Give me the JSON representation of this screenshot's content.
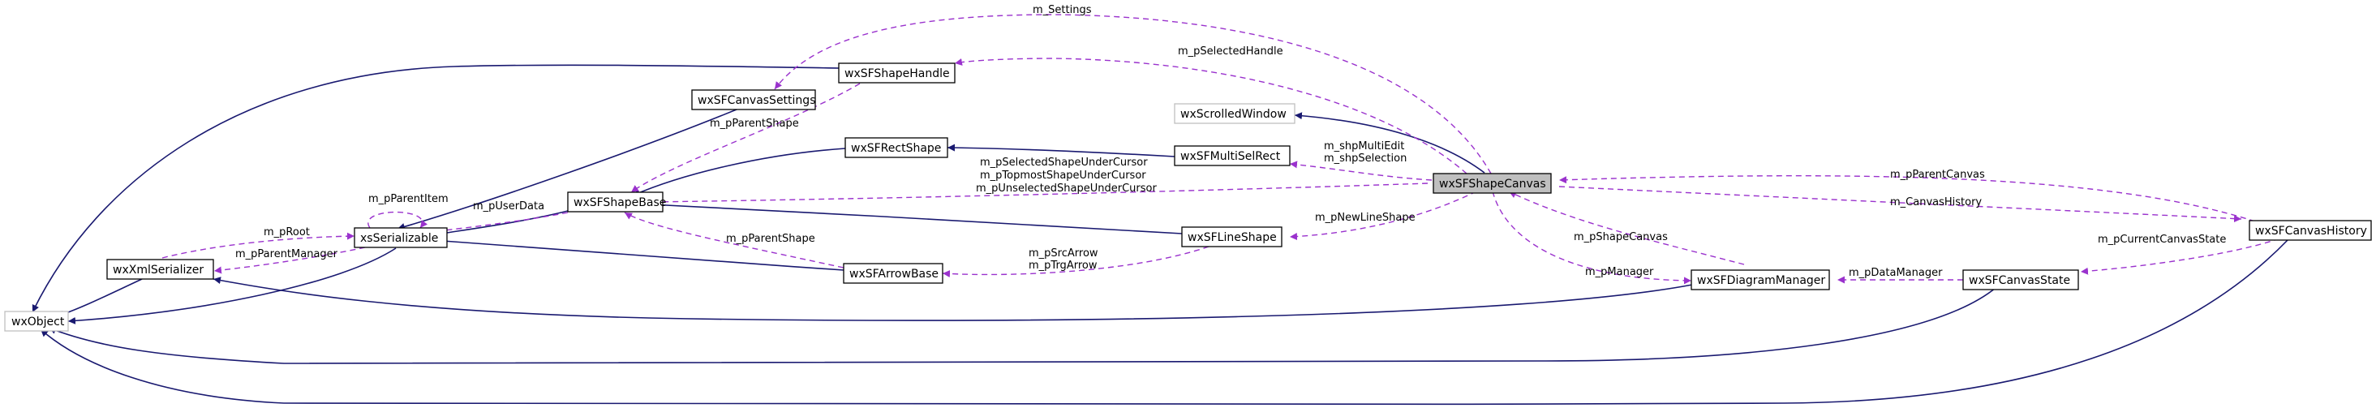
{
  "nodes": {
    "wxObject": "wxObject",
    "wxXmlSerializer": "wxXmlSerializer",
    "xsSerializable": "xsSerializable",
    "wxSFShapeBase": "wxSFShapeBase",
    "wxSFCanvasSettings": "wxSFCanvasSettings",
    "wxSFShapeHandle": "wxSFShapeHandle",
    "wxSFRectShape": "wxSFRectShape",
    "wxSFArrowBase": "wxSFArrowBase",
    "wxScrolledWindow": "wxScrolledWindow",
    "wxSFMultiSelRect": "wxSFMultiSelRect",
    "wxSFLineShape": "wxSFLineShape",
    "wxSFShapeCanvas": "wxSFShapeCanvas",
    "wxSFDiagramManager": "wxSFDiagramManager",
    "wxSFCanvasState": "wxSFCanvasState",
    "wxSFCanvasHistory": "wxSFCanvasHistory"
  },
  "edge_labels": {
    "m_Settings": "m_Settings",
    "m_pSelectedHandle": "m_pSelectedHandle",
    "m_pParentShape_handle": "m_pParentShape",
    "m_pParentItem": "m_pParentItem",
    "m_pUserData": "m_pUserData",
    "m_pRoot": "m_pRoot",
    "m_pParentManager": "m_pParentManager",
    "shape_cursor_1": "m_pSelectedShapeUnderCursor",
    "shape_cursor_2": "m_pTopmostShapeUnderCursor",
    "shape_cursor_3": "m_pUnselectedShapeUnderCursor",
    "m_shpMultiEdit": "m_shpMultiEdit",
    "m_shpSelection": "m_shpSelection",
    "m_pParentShape_arrow": "m_pParentShape",
    "m_pSrcArrow": "m_pSrcArrow",
    "m_pTrgArrow": "m_pTrgArrow",
    "m_pNewLineShape": "m_pNewLineShape",
    "m_pShapeCanvas": "m_pShapeCanvas",
    "m_pManager": "m_pManager",
    "m_pDataManager": "m_pDataManager",
    "m_pParentCanvas": "m_pParentCanvas",
    "m_CanvasHistory": "m_CanvasHistory",
    "m_pCurrentCanvasState": "m_pCurrentCanvasState"
  },
  "colors": {
    "inheritance_edge": "#191970",
    "usage_edge": "#9a32cd",
    "focus_fill": "#bfbfbf",
    "external_border": "#bfbfbf"
  }
}
